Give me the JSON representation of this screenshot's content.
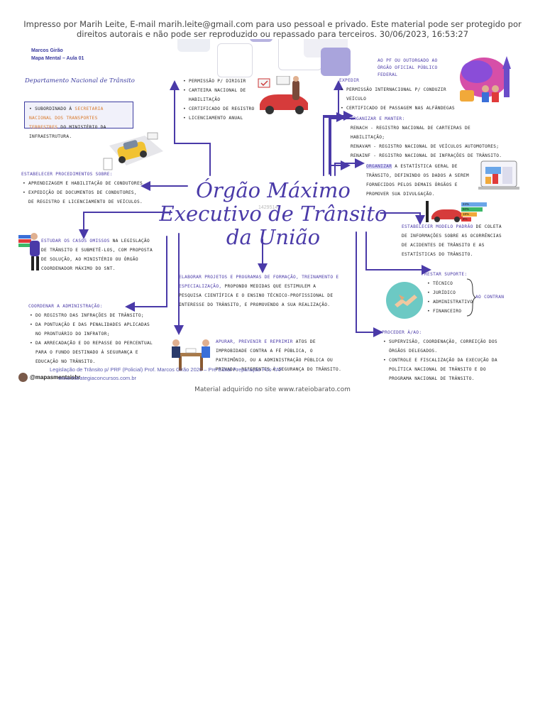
{
  "header_notice": "Impresso por Marih Leite, E-mail marih.leite@gmail.com para uso pessoal e privado. Este material pode ser protegido por direitos autorais e não pode ser reproduzido ou repassado para terceiros. 30/06/2023, 16:53:27",
  "author": {
    "name": "Marcos Girão",
    "subtitle": "Mapa Mental – Aula 01"
  },
  "department": "Departamento Nacional de Trânsito",
  "title_lines": [
    "Órgão Máximo",
    "Executivo de Trânsito",
    "da União"
  ],
  "watermark": "1429514",
  "subordinado": {
    "prefix": "Subordinado à",
    "highlight": "Secretaria Nacional dos Transportes Terrestres",
    "suffix": "do Ministério da Infraestrutura."
  },
  "expedir_left": {
    "items": [
      "Permissão p/ dirigir",
      "Carteira Nacional de Habilitação",
      "Certificado de Registro",
      "Licenciamento anual"
    ]
  },
  "expedir_right": {
    "head": "Expedir",
    "items": [
      "Permissão internacional p/ conduzir veículo",
      "Certificado de passagem nas alfândegas"
    ]
  },
  "top_note": [
    "Ao PF ou outorgado ao",
    "órgão oficial público federal"
  ],
  "organizar_manter": {
    "head": "Organizar e Manter:",
    "items": [
      "Renach - Registro Nacional de Carteiras de Habilitação;",
      "Renavam - Registro Nacional de Veículos Automotores;",
      "Renainf - Registro Nacional de Infrações de Trânsito."
    ]
  },
  "organizar": {
    "head": "Organizar",
    "text": "a estatística geral de trânsito, definindo os dados a serem fornecidos pelos demais órgãos e promover sua divulgação."
  },
  "estabelecer_modelo": {
    "head": "Estabelecer modelo padrão",
    "text": "de coleta de informações sobre as ocorrências de acidentes de trânsito e as estatísticas do trânsito."
  },
  "chart_legend": [
    "24%",
    "50%",
    "18%",
    "8%"
  ],
  "prestar_suporte": {
    "head": "Prestar suporte:",
    "items": [
      "Técnico",
      "Jurídico",
      "Administrativo",
      "Financeiro"
    ],
    "note": "ao Contran"
  },
  "proceder": {
    "head": "Proceder à/ao:",
    "items": [
      "Supervisão, coordenação, correição dos órgãos delegados.",
      "Controle e fiscalização da execução da Política Nacional de Trânsito e do Programa Nacional de Trânsito."
    ]
  },
  "estabelecer_proc": {
    "head": "Estabelecer procedimentos sobre:",
    "items": [
      "Aprendizagem e habilitação de condutores",
      "Expedição de documentos de condutores, de registro e licenciamento de veículos."
    ]
  },
  "estudar": {
    "head": "Estudar os casos omissos",
    "text": "na legislação de trânsito e submetê-los, com proposta de solução, ao Ministério ou órgão coordenador máximo do SNT."
  },
  "elaborar": {
    "head": "Elaborar projetos e programas de formação, treinamento e especialização,",
    "text": "propondo medidas que estimulem a pesquisa científica e o ensino técnico-profissional de interesse do trânsito, e promovendo a sua realização."
  },
  "coordenar": {
    "head": "Coordenar a administração:",
    "items": [
      "do Registro das Infrações de Trânsito;",
      "da pontuação e das penalidades aplicadas no prontuário do infrator;",
      "da arrecadação e do repasse do percentual para o fundo destinado à segurança e educação no trânsito."
    ]
  },
  "apurar": {
    "head": "Apurar, prevenir e reprimir",
    "text": "atos de improbidade contra a fé pública, o patrimônio, ou a administração pública ou privada, referentes à segurança do trânsito."
  },
  "bottom_strip": "Legislação de Trânsito p/ PRF (Policial) Prof. Marcos Girão 2020 – Pré-Edital Preparação Pós-TAF",
  "instagram": "@mapasmentaisbr",
  "site": "www.estrategiaconcursos.com.br",
  "footer_notice": "Material adquirido no site www.rateiobarato.com",
  "colors": {
    "accent": "#4a3aa8",
    "highlight": "#dcdcf7",
    "orange": "#d9792a"
  }
}
